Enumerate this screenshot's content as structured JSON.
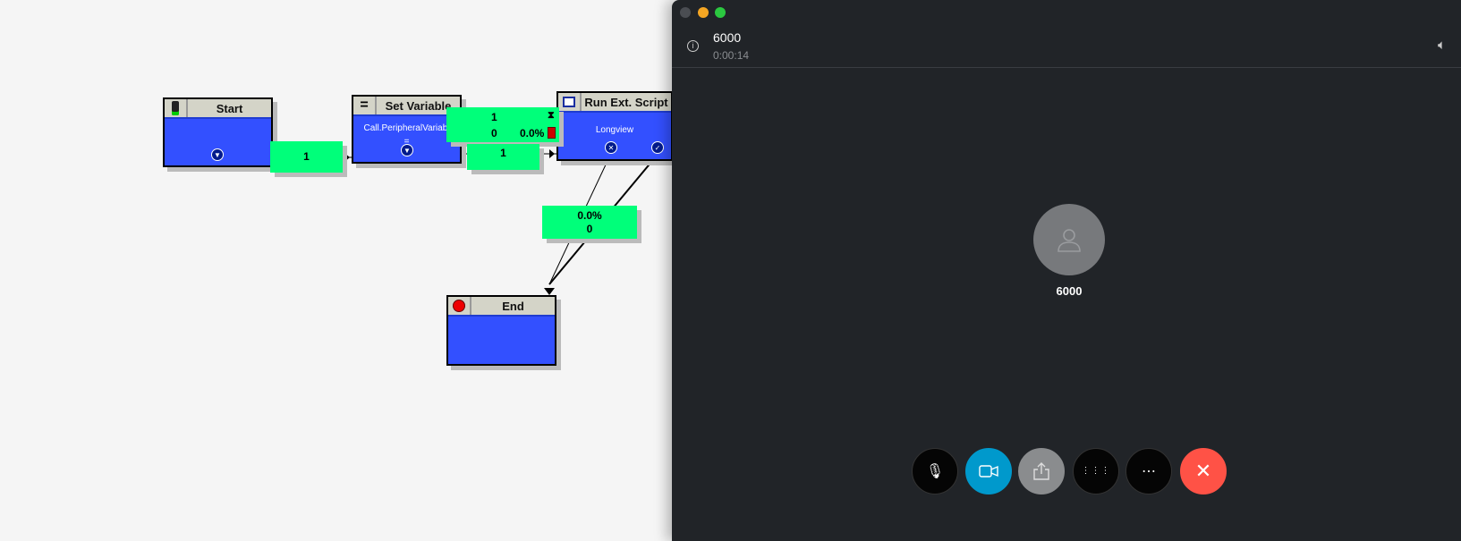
{
  "flow": {
    "start": {
      "title": "Start"
    },
    "set_variable": {
      "title": "Set Variable",
      "line1": "Call.PeripheralVariabl",
      "line2": "="
    },
    "run_script": {
      "title": "Run Ext. Script",
      "body": "Longview"
    },
    "end": {
      "title": "End"
    },
    "label_start_out": "1",
    "stats": {
      "count": "1",
      "errors": "0",
      "percent": "0.0%"
    },
    "label_setvar_out": "1",
    "label_script_out": {
      "percent": "0.0%",
      "count": "0"
    }
  },
  "call": {
    "name": "6000",
    "duration": "0:00:14",
    "avatar_label": "6000",
    "colors": {
      "bg": "#212428",
      "video": "#0099cc",
      "end": "#ff5246",
      "share": "#8a8c8e"
    }
  }
}
